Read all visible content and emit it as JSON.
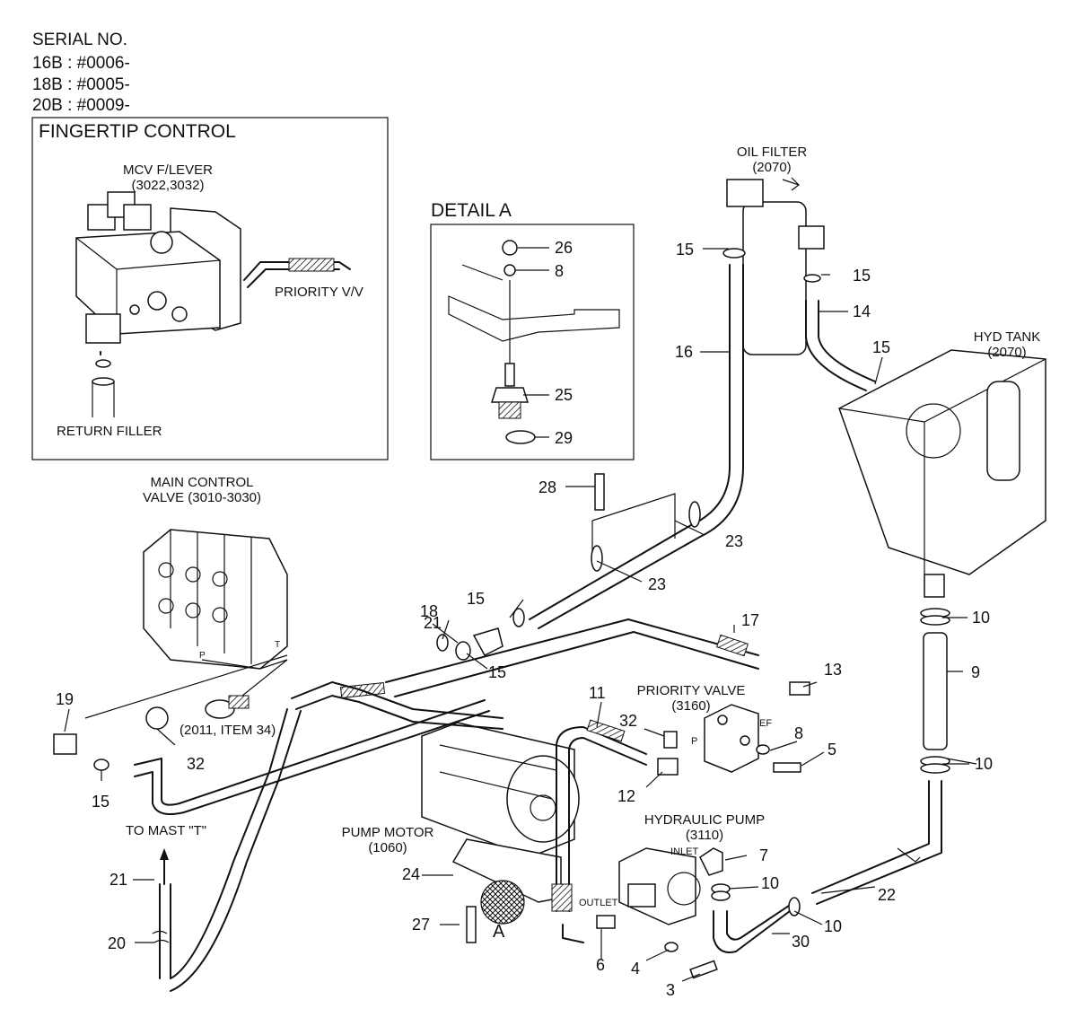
{
  "serial": {
    "title": "SERIAL NO.",
    "lines": [
      "16B : #0006-",
      "18B : #0005-",
      "20B : #0009-"
    ]
  },
  "fingertip": {
    "title": "FINGERTIP CONTROL",
    "mcv_label": [
      "MCV F/LEVER",
      "(3022,3032)"
    ],
    "priority_label": "PRIORITY V/V",
    "return_label": "RETURN FILLER"
  },
  "detail_a": {
    "title": "DETAIL A",
    "callouts": [
      "26",
      "8",
      "25",
      "29"
    ]
  },
  "components": {
    "oil_filter": [
      "OIL FILTER",
      "(2070)"
    ],
    "hyd_tank": [
      "HYD TANK",
      "(2070)"
    ],
    "main_control_valve": [
      "MAIN CONTROL",
      "VALVE (3010-3030)"
    ],
    "priority_valve": [
      "PRIORITY VALVE",
      "(3160)"
    ],
    "pump_motor": [
      "PUMP MOTOR",
      "(1060)"
    ],
    "hydraulic_pump": [
      "HYDRAULIC PUMP",
      "(3110)"
    ],
    "to_mast": "TO MAST \"T\"",
    "reference_2011": "(2011, ITEM 34)",
    "inlet": "INLET",
    "outlet": "OUTLET",
    "port_ef": "EF",
    "port_p": "P",
    "mcv_port_p": "P",
    "mcv_port_t": "T",
    "detail_marker": "A"
  },
  "callouts": {
    "c15a": "15",
    "c15b": "15",
    "c15c": "15",
    "c15d": "15",
    "c15e": "15",
    "c15f": "15",
    "c16": "16",
    "c14": "14",
    "c28": "28",
    "c23a": "23",
    "c23b": "23",
    "c10a": "10",
    "c10b": "10",
    "c10c": "10",
    "c10d": "10",
    "c9": "9",
    "c17": "17",
    "c13": "13",
    "c21a": "21",
    "c21b": "21",
    "c18": "18",
    "c19": "19",
    "c32a": "32",
    "c32b": "32",
    "c11": "11",
    "c8": "8",
    "c5": "5",
    "c12": "12",
    "c7": "7",
    "c22": "22",
    "c30": "30",
    "c24": "24",
    "c27": "27",
    "c6": "6",
    "c4": "4",
    "c3": "3",
    "c20": "20"
  }
}
